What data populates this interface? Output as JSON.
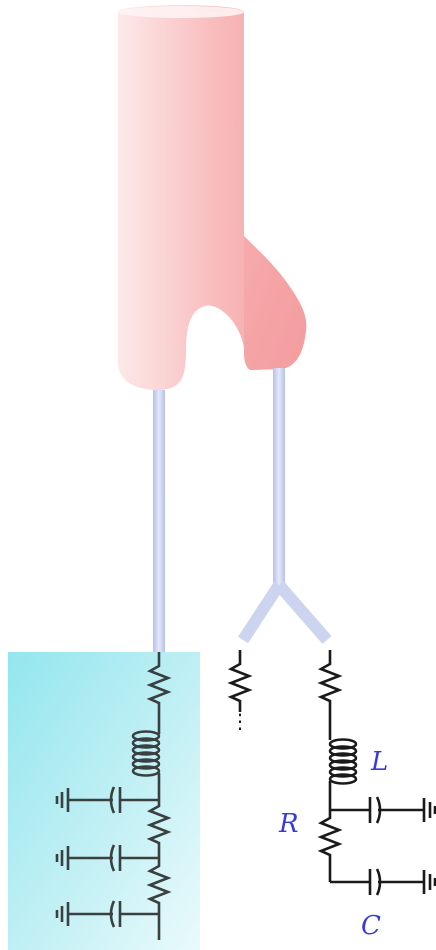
{
  "labels": {
    "inductor": "L",
    "resistor": "R",
    "capacitor": "C",
    "continuation": "⋮"
  },
  "colors": {
    "vessel_pink": "#f5a3a5",
    "vessel_pink_light": "#fde6e6",
    "tube_blue": "#c8d0ef",
    "highlight_cyan": "#8de3ec",
    "circuit_line": "#1a1a1a",
    "circuit_line_faded": "#3a3f40",
    "label_blue": "#3a3ad8"
  }
}
